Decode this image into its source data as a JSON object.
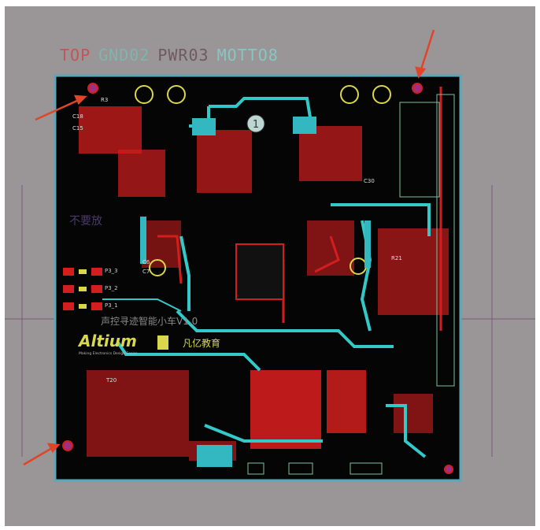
{
  "layer_labels": [
    {
      "text": "TOP",
      "color": "#c0555a"
    },
    {
      "text": "GND02",
      "color": "#7fb5ae"
    },
    {
      "text": "PWR03",
      "color": "#6f5a62"
    },
    {
      "text": "MOTTO8",
      "color": "#86c7c3"
    }
  ],
  "board": {
    "title_cn": "声控寻迹智能小车V1.0",
    "warning_cn": "不要放",
    "logo_altium": "Altium",
    "logo_altium_tagline": "Making Electronics Design Easier",
    "logo_fanyi": "凡亿教育",
    "connectors": [
      "P3_3",
      "P3_2",
      "P3_1"
    ],
    "designators": [
      "C6",
      "C7",
      "R3",
      "C18",
      "T20",
      "C30",
      "C15",
      "R21"
    ],
    "center_badge": "1"
  },
  "colors": {
    "board": "#050505",
    "copper_top": "#d21e1e",
    "trace": "#33c9c9",
    "outline": "#5aa7b8",
    "silk": "#d8d84a",
    "arrow": "#e0452a"
  }
}
